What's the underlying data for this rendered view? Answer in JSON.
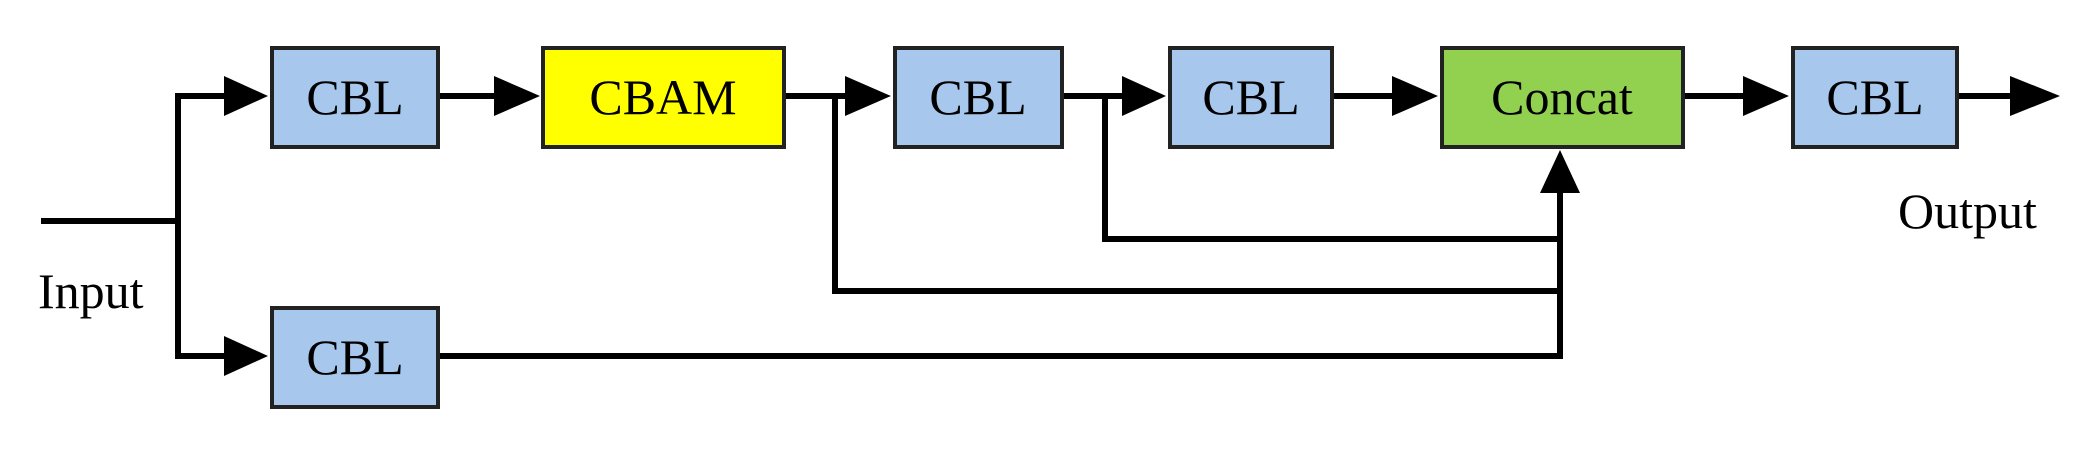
{
  "diagram": {
    "input_label": "Input",
    "output_label": "Output",
    "blocks": {
      "cbl_1": {
        "label": "CBL",
        "color": "#a7c8ec"
      },
      "cbam": {
        "label": "CBAM",
        "color": "#ffff00"
      },
      "cbl_2": {
        "label": "CBL",
        "color": "#a7c8ec"
      },
      "cbl_3": {
        "label": "CBL",
        "color": "#a7c8ec"
      },
      "concat": {
        "label": "Concat",
        "color": "#92d050"
      },
      "cbl_out": {
        "label": "CBL",
        "color": "#a7c8ec"
      },
      "cbl_bottom": {
        "label": "CBL",
        "color": "#a7c8ec"
      }
    },
    "wire_color": "#000000"
  }
}
